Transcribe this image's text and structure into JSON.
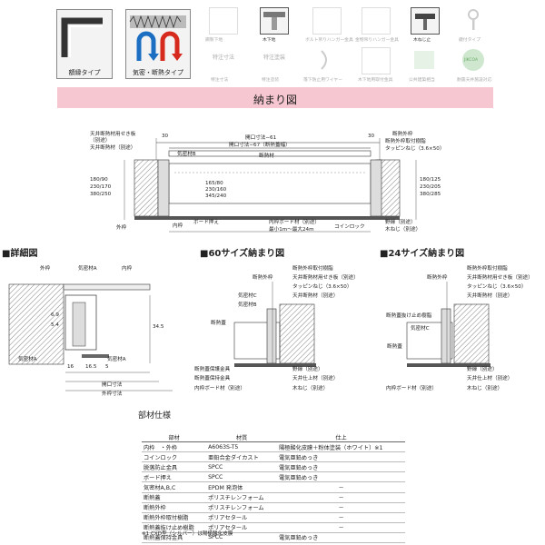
{
  "types": [
    {
      "label": "額縁タイプ",
      "active": true
    },
    {
      "label": "気密・断熱タイプ",
      "active": true
    }
  ],
  "features": [
    {
      "label": "鋼製下地",
      "active": false
    },
    {
      "label": "木下地",
      "active": true
    },
    {
      "label": "ボルト吊りハンガー金具",
      "active": false
    },
    {
      "label": "金物吊りハンガー金具",
      "active": false
    },
    {
      "label": "木ねじ止",
      "active": true
    },
    {
      "label": "鍵付タイプ",
      "active": false
    },
    {
      "label": "特注寸法",
      "active": false
    },
    {
      "label": "特注塗装",
      "active": false
    },
    {
      "label": "落下防止用ワイヤー",
      "active": false
    },
    {
      "label": "木下地用取付金具",
      "active": false
    },
    {
      "label": "公共建築相当",
      "active": false
    },
    {
      "label": "耐震天井施設対応",
      "active": false
    }
  ],
  "feature_sublabels": [
    "特注寸法",
    "特注塗装"
  ],
  "badge": "JIKCOA",
  "banner_title": "納まり図",
  "main_dwg": {
    "dim_30_left": "30",
    "dim_30_right": "30",
    "dim_opening": "開口寸法−61",
    "dim_open_insul": "開口寸法−67（断熱蓋幅）",
    "left_labels": [
      "天井断熱材用せき板",
      "（別途）",
      "天井断熱材（別途）",
      "気密材B",
      "断熱材"
    ],
    "right_labels": [
      "断熱外枠",
      "断熱外枠取付樹脂",
      "タッピンねじ（3.6×50）"
    ],
    "left_dims": [
      "180/90",
      "230/170",
      "380/250"
    ],
    "inner_dims": [
      "165/80",
      "230/160",
      "345/240"
    ],
    "right_dims": [
      "180/125",
      "230/205",
      "380/285"
    ],
    "bottom_labels": [
      "外枠",
      "内枠",
      "ボード押え",
      "内枠ボード材（別途）",
      "最小1m～最大24m",
      "コインロック",
      "野縁（別途）",
      "木ねじ（別途）"
    ]
  },
  "section_detail": {
    "title": "■詳細図"
  },
  "section_60": {
    "title": "■60サイズ納まり図"
  },
  "section_24": {
    "title": "■24サイズ納まり図"
  },
  "detail": {
    "labels": [
      "外枠",
      "気密材A",
      "内枠",
      "気密材A",
      "気密材A"
    ],
    "dims": [
      "6.9",
      "5.4",
      "34.5",
      "16",
      "16.5",
      "5",
      "開口寸法",
      "外枠寸法"
    ]
  },
  "s60": {
    "labels": [
      "断熱外枠取付樹脂",
      "断熱外枠",
      "天井断熱材用せき板（別途）",
      "タッピンねじ（3.6×50）",
      "天井断熱材（別途）",
      "気密材C",
      "気密材B",
      "断熱蓋",
      "断熱蓋保護金具",
      "断熱蓋保持金具",
      "内枠ボード材（別途）",
      "野縁（別途）",
      "天井仕上材（別途）",
      "木ねじ（別途）"
    ]
  },
  "s24": {
    "labels": [
      "断熱外枠取付樹脂",
      "断熱外枠",
      "天井断熱材用せき板（別途）",
      "タッピンねじ（3.6×50）",
      "天井断熱材（別途）",
      "断熱蓋抜け止め樹脂",
      "気密材C",
      "断熱蓋",
      "野縁（別途）",
      "天井仕上材（別途）",
      "木ねじ（別途）",
      "内枠ボード材（別途）"
    ]
  },
  "spec": {
    "title": "部材仕様",
    "headers": [
      "部材",
      "材質",
      "仕上"
    ],
    "rows": [
      [
        "内枠　・外枠",
        "A6063S-T5",
        "陽極酸化皮膜＋粉体塗装（ホワイト）※1"
      ],
      [
        "コインロック",
        "亜鉛合金ダイカスト",
        "電気亜鉛めっき"
      ],
      [
        "脱落防止金具",
        "SPCC",
        "電気亜鉛めっき"
      ],
      [
        "ボード押え",
        "SPCC",
        "電気亜鉛めっき"
      ],
      [
        "気密材A,B,C",
        "EPDM 発泡体",
        "－"
      ],
      [
        "断熱蓋",
        "ポリスチレンフォーム",
        "－"
      ],
      [
        "断熱外枠",
        "ポリスチレンフォーム",
        "－"
      ],
      [
        "断熱外枠取付樹脂",
        "ポリアセタール",
        "－"
      ],
      [
        "断熱蓋抜け止め樹脂",
        "ポリアセタール",
        "－"
      ],
      [
        "断熱蓋保持金具",
        "SPCC",
        "電気亜鉛めっき"
      ]
    ],
    "footnote": "※1 CXD型（シルバー）は陽極酸化皮膜"
  }
}
